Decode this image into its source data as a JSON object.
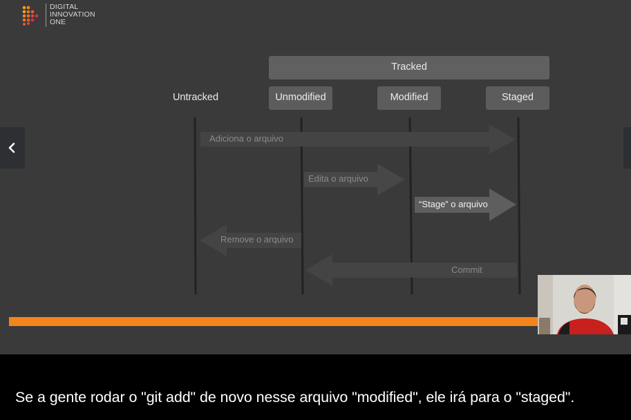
{
  "logo": {
    "line1": "DIGITAL",
    "line2": "INNOVATION",
    "line3": "ONE"
  },
  "diagram": {
    "tracked_label": "Tracked",
    "states": {
      "untracked": "Untracked",
      "unmodified": "Unmodified",
      "modified": "Modified",
      "staged": "Staged"
    },
    "transitions": {
      "add": "Adiciona o arquivo",
      "edit": "Edita o arquivo",
      "stage": "“Stage” o arquivo",
      "remove": "Remove o arquivo",
      "commit": "Commit"
    }
  },
  "progress": {
    "fraction": 0.84,
    "color": "#f4841e"
  },
  "navigation": {
    "prev_icon": "chevron-left-icon",
    "next_icon": "chevron-right-icon"
  },
  "caption": {
    "text": "Se a gente rodar o \"git add\" de novo nesse arquivo \"modified\", ele irá para o \"staged\"."
  },
  "colors": {
    "slide_bg": "#3a3a3a",
    "accent": "#f4841e",
    "box_bg": "#5c5c5c"
  }
}
